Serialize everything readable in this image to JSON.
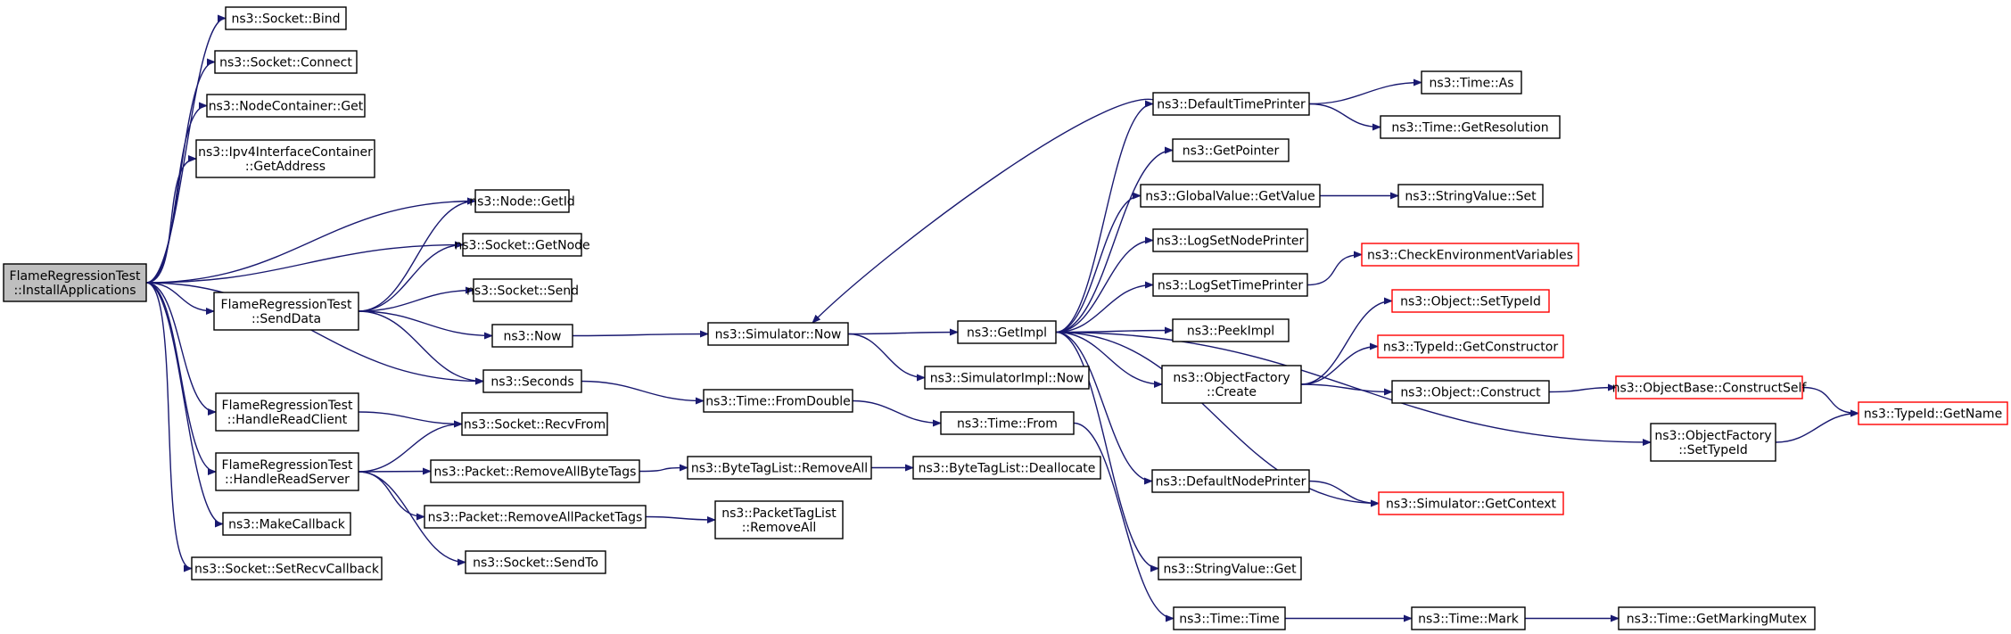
{
  "graph": {
    "colors": {
      "edge": "#191970",
      "node_border": "#000000",
      "incomplete_border": "#ff0000",
      "root_fill": "#bfbfbf",
      "node_fill": "#ffffff"
    },
    "nodes": {
      "root": [
        "FlameRegressionTest",
        "::InstallApplications"
      ],
      "bind": [
        "ns3::Socket::Bind"
      ],
      "connect": [
        "ns3::Socket::Connect"
      ],
      "nc_get": [
        "ns3::NodeContainer::Get"
      ],
      "ipv4_getaddr": [
        "ns3::Ipv4InterfaceContainer",
        "::GetAddress"
      ],
      "node_getid": [
        "ns3::Node::GetId"
      ],
      "socket_getnode": [
        "ns3::Socket::GetNode"
      ],
      "socket_send": [
        "ns3::Socket::Send"
      ],
      "senddata": [
        "FlameRegressionTest",
        "::SendData"
      ],
      "now": [
        "ns3::Now"
      ],
      "seconds": [
        "ns3::Seconds"
      ],
      "handlereadclient": [
        "FlameRegressionTest",
        "::HandleReadClient"
      ],
      "recvfrom": [
        "ns3::Socket::RecvFrom"
      ],
      "handlereadserver": [
        "FlameRegressionTest",
        "::HandleReadServer"
      ],
      "removeallbytetags": [
        "ns3::Packet::RemoveAllByteTags"
      ],
      "removeallpackettags": [
        "ns3::Packet::RemoveAllPacketTags"
      ],
      "sendto": [
        "ns3::Socket::SendTo"
      ],
      "makecallback": [
        "ns3::MakeCallback"
      ],
      "setrecvcallback": [
        "ns3::Socket::SetRecvCallback"
      ],
      "sim_now": [
        "ns3::Simulator::Now"
      ],
      "fromdouble": [
        "ns3::Time::FromDouble"
      ],
      "btl_removeall": [
        "ns3::ByteTagList::RemoveAll"
      ],
      "ptl_removeall": [
        "ns3::PacketTagList",
        "::RemoveAll"
      ],
      "getimpl": [
        "ns3::GetImpl"
      ],
      "simimpl_now": [
        "ns3::SimulatorImpl::Now"
      ],
      "time_from": [
        "ns3::Time::From"
      ],
      "btl_dealloc": [
        "ns3::ByteTagList::Deallocate"
      ],
      "defaulttimeprinter": [
        "ns3::DefaultTimePrinter"
      ],
      "getpointer": [
        "ns3::GetPointer"
      ],
      "gv_getvalue": [
        "ns3::GlobalValue::GetValue"
      ],
      "logsetnodeprinter": [
        "ns3::LogSetNodePrinter"
      ],
      "logsettimeprinter": [
        "ns3::LogSetTimePrinter"
      ],
      "peekimpl": [
        "ns3::PeekImpl"
      ],
      "of_create": [
        "ns3::ObjectFactory",
        "::Create"
      ],
      "defaultnodeprinter": [
        "ns3::DefaultNodePrinter"
      ],
      "sv_get": [
        "ns3::StringValue::Get"
      ],
      "time_time": [
        "ns3::Time::Time"
      ],
      "time_as": [
        "ns3::Time::As"
      ],
      "time_getres": [
        "ns3::Time::GetResolution"
      ],
      "sv_set": [
        "ns3::StringValue::Set"
      ],
      "checkenv": [
        "ns3::CheckEnvironmentVariables"
      ],
      "obj_settypeid": [
        "ns3::Object::SetTypeId"
      ],
      "typeid_getctor": [
        "ns3::TypeId::GetConstructor"
      ],
      "obj_construct": [
        "ns3::Object::Construct"
      ],
      "objbase_constructself": [
        "ns3::ObjectBase::ConstructSelf"
      ],
      "of_settypeid": [
        "ns3::ObjectFactory",
        "::SetTypeId"
      ],
      "sim_getcontext": [
        "ns3::Simulator::GetContext"
      ],
      "time_mark": [
        "ns3::Time::Mark"
      ],
      "time_getmarkingmutex": [
        "ns3::Time::GetMarkingMutex"
      ],
      "typeid_getname": [
        "ns3::TypeId::GetName"
      ]
    },
    "edges": [
      [
        "root",
        "bind"
      ],
      [
        "root",
        "connect"
      ],
      [
        "root",
        "nc_get"
      ],
      [
        "root",
        "ipv4_getaddr"
      ],
      [
        "root",
        "node_getid"
      ],
      [
        "root",
        "socket_getnode"
      ],
      [
        "root",
        "senddata"
      ],
      [
        "root",
        "seconds"
      ],
      [
        "root",
        "handlereadclient"
      ],
      [
        "root",
        "handlereadserver"
      ],
      [
        "root",
        "makecallback"
      ],
      [
        "root",
        "setrecvcallback"
      ],
      [
        "senddata",
        "node_getid"
      ],
      [
        "senddata",
        "socket_getnode"
      ],
      [
        "senddata",
        "socket_send"
      ],
      [
        "senddata",
        "now"
      ],
      [
        "senddata",
        "seconds"
      ],
      [
        "handlereadclient",
        "recvfrom"
      ],
      [
        "handlereadserver",
        "recvfrom"
      ],
      [
        "handlereadserver",
        "removeallbytetags"
      ],
      [
        "handlereadserver",
        "removeallpackettags"
      ],
      [
        "handlereadserver",
        "sendto"
      ],
      [
        "now",
        "sim_now"
      ],
      [
        "seconds",
        "fromdouble"
      ],
      [
        "removeallbytetags",
        "btl_removeall"
      ],
      [
        "removeallpackettags",
        "ptl_removeall"
      ],
      [
        "sim_now",
        "getimpl"
      ],
      [
        "sim_now",
        "simimpl_now"
      ],
      [
        "fromdouble",
        "time_from"
      ],
      [
        "btl_removeall",
        "btl_dealloc"
      ],
      [
        "getimpl",
        "defaulttimeprinter"
      ],
      [
        "getimpl",
        "getpointer"
      ],
      [
        "getimpl",
        "gv_getvalue"
      ],
      [
        "getimpl",
        "logsetnodeprinter"
      ],
      [
        "getimpl",
        "logsettimeprinter"
      ],
      [
        "getimpl",
        "peekimpl"
      ],
      [
        "getimpl",
        "of_create"
      ],
      [
        "getimpl",
        "of_settypeid"
      ],
      [
        "getimpl",
        "defaultnodeprinter"
      ],
      [
        "getimpl",
        "sv_get"
      ],
      [
        "getimpl",
        "sim_getcontext"
      ],
      [
        "defaulttimeprinter",
        "sim_now"
      ],
      [
        "defaulttimeprinter",
        "time_as"
      ],
      [
        "defaulttimeprinter",
        "time_getres"
      ],
      [
        "gv_getvalue",
        "sv_set"
      ],
      [
        "logsettimeprinter",
        "checkenv"
      ],
      [
        "of_create",
        "obj_settypeid"
      ],
      [
        "of_create",
        "typeid_getctor"
      ],
      [
        "of_create",
        "obj_construct"
      ],
      [
        "obj_construct",
        "objbase_constructself"
      ],
      [
        "objbase_constructself",
        "typeid_getname"
      ],
      [
        "of_settypeid",
        "typeid_getname"
      ],
      [
        "defaultnodeprinter",
        "sim_getcontext"
      ],
      [
        "time_from",
        "time_time"
      ],
      [
        "time_time",
        "time_mark"
      ],
      [
        "time_mark",
        "time_getmarkingmutex"
      ]
    ]
  }
}
